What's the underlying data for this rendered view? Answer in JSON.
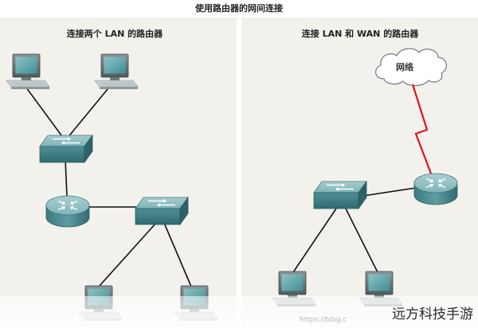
{
  "diagram": {
    "title": "使用路由器的网间连接",
    "left_panel": {
      "title": "连接两个 LAN 的路由器"
    },
    "right_panel": {
      "title": "连接 LAN 和 WAN 的路由器",
      "cloud_label": "网络"
    }
  },
  "watermark": {
    "text": "远方科技手游",
    "url": "https://blog.c"
  },
  "colors": {
    "panel_bg": "#f3f1ec",
    "device_teal": "#5d9aa0",
    "wan_link": "#e0141c"
  }
}
